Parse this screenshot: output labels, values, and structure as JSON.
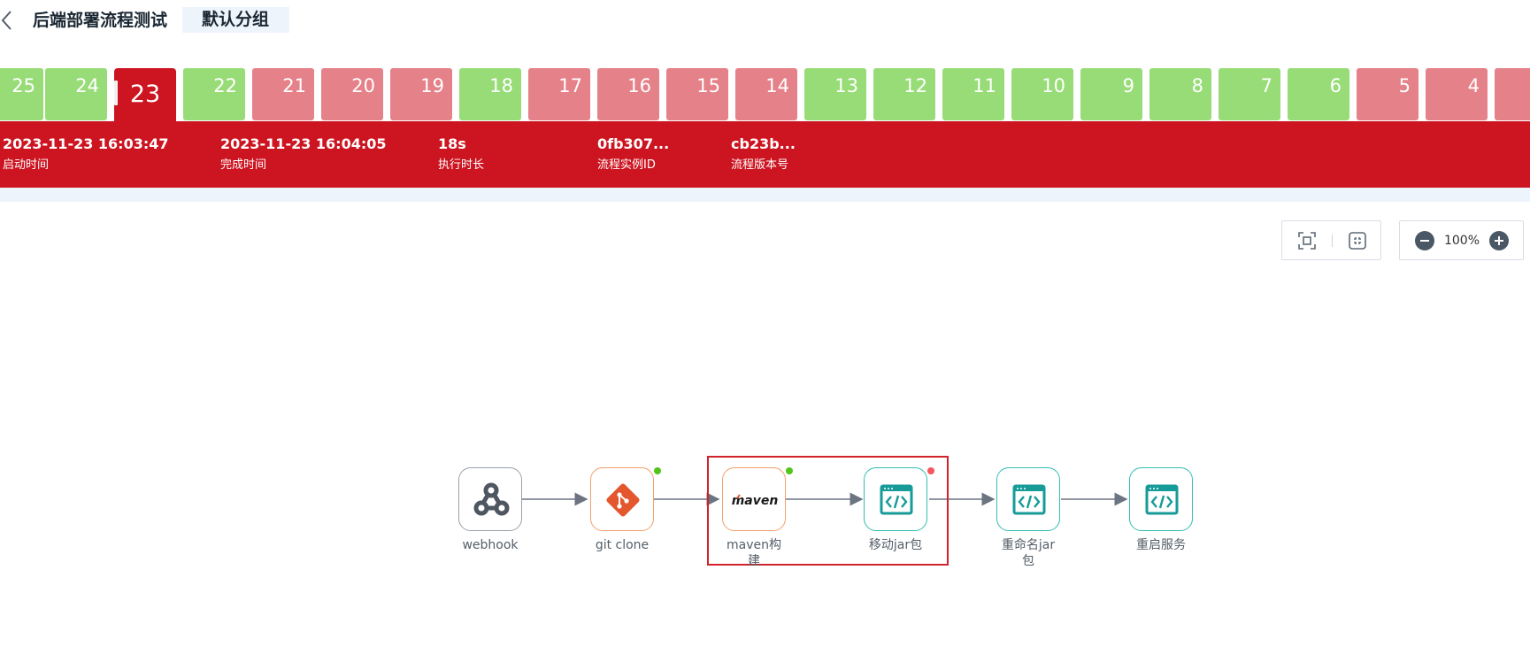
{
  "header": {
    "title": "后端部署流程测试",
    "group": "默认分组"
  },
  "tabs": [
    {
      "num": "25",
      "status": "success"
    },
    {
      "num": "24",
      "status": "success"
    },
    {
      "num": "23",
      "status": "active"
    },
    {
      "num": "22",
      "status": "success"
    },
    {
      "num": "21",
      "status": "fail"
    },
    {
      "num": "20",
      "status": "fail"
    },
    {
      "num": "19",
      "status": "fail"
    },
    {
      "num": "18",
      "status": "success"
    },
    {
      "num": "17",
      "status": "fail"
    },
    {
      "num": "16",
      "status": "fail"
    },
    {
      "num": "15",
      "status": "fail"
    },
    {
      "num": "14",
      "status": "fail"
    },
    {
      "num": "13",
      "status": "success"
    },
    {
      "num": "12",
      "status": "success"
    },
    {
      "num": "11",
      "status": "success"
    },
    {
      "num": "10",
      "status": "success"
    },
    {
      "num": "9",
      "status": "success"
    },
    {
      "num": "8",
      "status": "success"
    },
    {
      "num": "7",
      "status": "success"
    },
    {
      "num": "6",
      "status": "success"
    },
    {
      "num": "5",
      "status": "fail"
    },
    {
      "num": "4",
      "status": "fail"
    },
    {
      "num": "",
      "status": "fail"
    }
  ],
  "info": [
    {
      "value": "2023-11-23 16:03:47",
      "label": "启动时间"
    },
    {
      "value": "2023-11-23 16:04:05",
      "label": "完成时间"
    },
    {
      "value": "18s",
      "label": "执行时长"
    },
    {
      "value": "0fb307...",
      "label": "流程实例ID"
    },
    {
      "value": "cb23b...",
      "label": "流程版本号"
    }
  ],
  "zoom": {
    "value": "100%"
  },
  "nodes": [
    {
      "label": "webhook",
      "icon": "webhook-icon",
      "status": ""
    },
    {
      "label": "git clone",
      "icon": "git-icon",
      "status": "success"
    },
    {
      "label": "maven构建",
      "icon": "maven-icon",
      "status": "success",
      "logo_text": "maven"
    },
    {
      "label": "移动jar包",
      "icon": "code-window-icon",
      "status": "fail"
    },
    {
      "label": "重命名jar包",
      "icon": "code-window-icon",
      "status": ""
    },
    {
      "label": "重启服务",
      "icon": "code-window-icon",
      "status": ""
    }
  ],
  "colors": {
    "success": "#98dc78",
    "fail": "#e58189",
    "active": "#cd1521",
    "status_green": "#52c41a",
    "status_red": "#f5555c"
  }
}
